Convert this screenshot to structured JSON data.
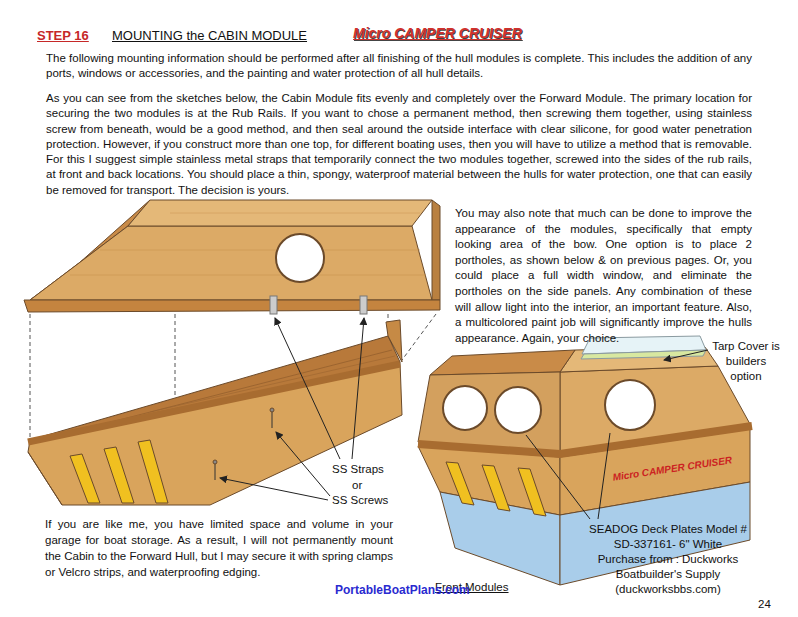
{
  "diagram": {
    "title": "MOUNTING the CABIN MODULE",
    "labels": [
      "STEP 16",
      "Micro CAMPER CRUISER",
      "The following mounting information should be performed after all finishing of the hull modules is complete.  This includes the addition of any ports, windows or accessories, and the painting and water protection of all hull details.",
      "As you can see from the sketches below, the Cabin Module fits evenly and completely over the Forward Module.  The primary location for securing the two modules is at the Rub Rails.  If you want to chose a permanent method, then screwing them together, using stainless screw from beneath, would be a good method, and then seal around the outside interface with clear silicone, for good water penetration protection.  However, if you construct more than one top, for different boating uses, then you will have to utilize a method that is removable. For this I suggest simple stainless metal straps that temporarily connect the two modules together, screwed into the sides of the rub rails, at front and back locations.  You should place a thin, spongy, waterproof material between the hulls for water protection, one that can easily be removed for transport.  The decision is yours.",
      "You may also note that much can be done to improve the appearance of the modules, specifically that empty looking area of the bow. One option is to place 2 portholes, as shown below & on previous pages.  Or, you could place a full width window, and eliminate the portholes on the side panels. Any combination of these will allow light into the interior, an important feature. Also, a multicolored paint job will significantly improve the hulls appearance.  Again, your choice.",
      "Tarp Cover is builders option",
      "SS Straps",
      "or",
      "SS Screws",
      "Micro CAMPER CRUISER",
      "SEADOG Deck Plates Model # SD-337161- 6\" White Purchase from : Duckworks Boatbuilder's Supply (duckworksbbs.com)",
      "If you are like me, you have limited space and volume in your garage for boat storage. As a result, I will not permanently mount the Cabin to the Forward Hull, but I may secure it with spring clamps or Velcro strips, and waterproofing edging.",
      "Front Modules",
      "PortableBoatPlans.com",
      "24"
    ]
  }
}
